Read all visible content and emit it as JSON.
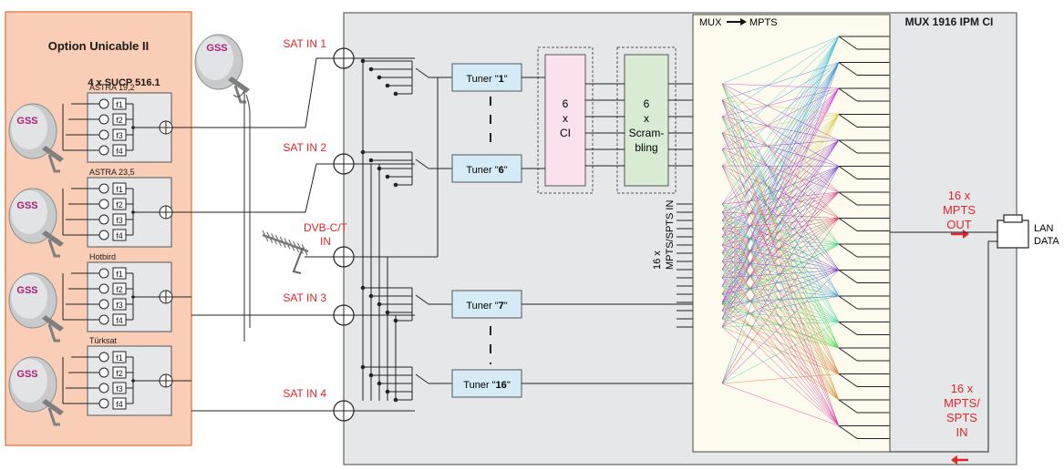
{
  "colors": {
    "unicable_fill": "#f9cdb6",
    "unicable_border": "#e07a3c",
    "device_fill": "#e6e7e9",
    "tuner_fill": "#d5ecf8",
    "ci_fill": "#fbe1ee",
    "scrambling_fill": "#d8ecd4",
    "accent_red": "#e0262b",
    "gss_logo": "#b31a78"
  },
  "unicable": {
    "title": "Option Unicable II",
    "subtitle": "4 x SUCP 516.1",
    "logo_text": "GSS",
    "satellites": [
      {
        "name": "ASTRA 19,2"
      },
      {
        "name": "ASTRA 23,5"
      },
      {
        "name": "Hotbird"
      },
      {
        "name": "Türksat"
      }
    ],
    "filters": [
      "f1",
      "f2",
      "f3",
      "f4"
    ]
  },
  "standalone_dish": {
    "logo_text": "GSS"
  },
  "device": {
    "title": "MUX 1916 IPM CI"
  },
  "inputs": {
    "sat1": "SAT IN 1",
    "sat2": "SAT IN 2",
    "dvb_line1": "DVB-C/T",
    "dvb_line2": "IN",
    "sat3": "SAT IN 3",
    "sat4": "SAT IN 4"
  },
  "tuners": {
    "t1": {
      "prefix": "Tuner \"",
      "num": "1",
      "suffix": "\""
    },
    "t6": {
      "prefix": "Tuner \"",
      "num": "6",
      "suffix": "\""
    },
    "t7": {
      "prefix": "Tuner \"",
      "num": "7",
      "suffix": "\""
    },
    "t16": {
      "prefix": "Tuner \"",
      "num": "16",
      "suffix": "\""
    }
  },
  "ci": {
    "l1": "6",
    "l2": "x",
    "l3": "CI"
  },
  "scrambling": {
    "l1": "6",
    "l2": "x",
    "l3": "Scram-",
    "l4": "bling"
  },
  "mux": {
    "title": "MUX",
    "target": "MPTS"
  },
  "mpts_in_label": {
    "l1": "16 x",
    "l2": "MPTS/SPTS IN"
  },
  "mpts_out": {
    "l1": "16 x",
    "l2": "MPTS",
    "l3": "OUT"
  },
  "mpts_in": {
    "l1": "16 x",
    "l2": "MPTS/",
    "l3": "SPTS",
    "l4": "IN"
  },
  "lan": {
    "l1": "LAN",
    "l2": "DATA"
  }
}
